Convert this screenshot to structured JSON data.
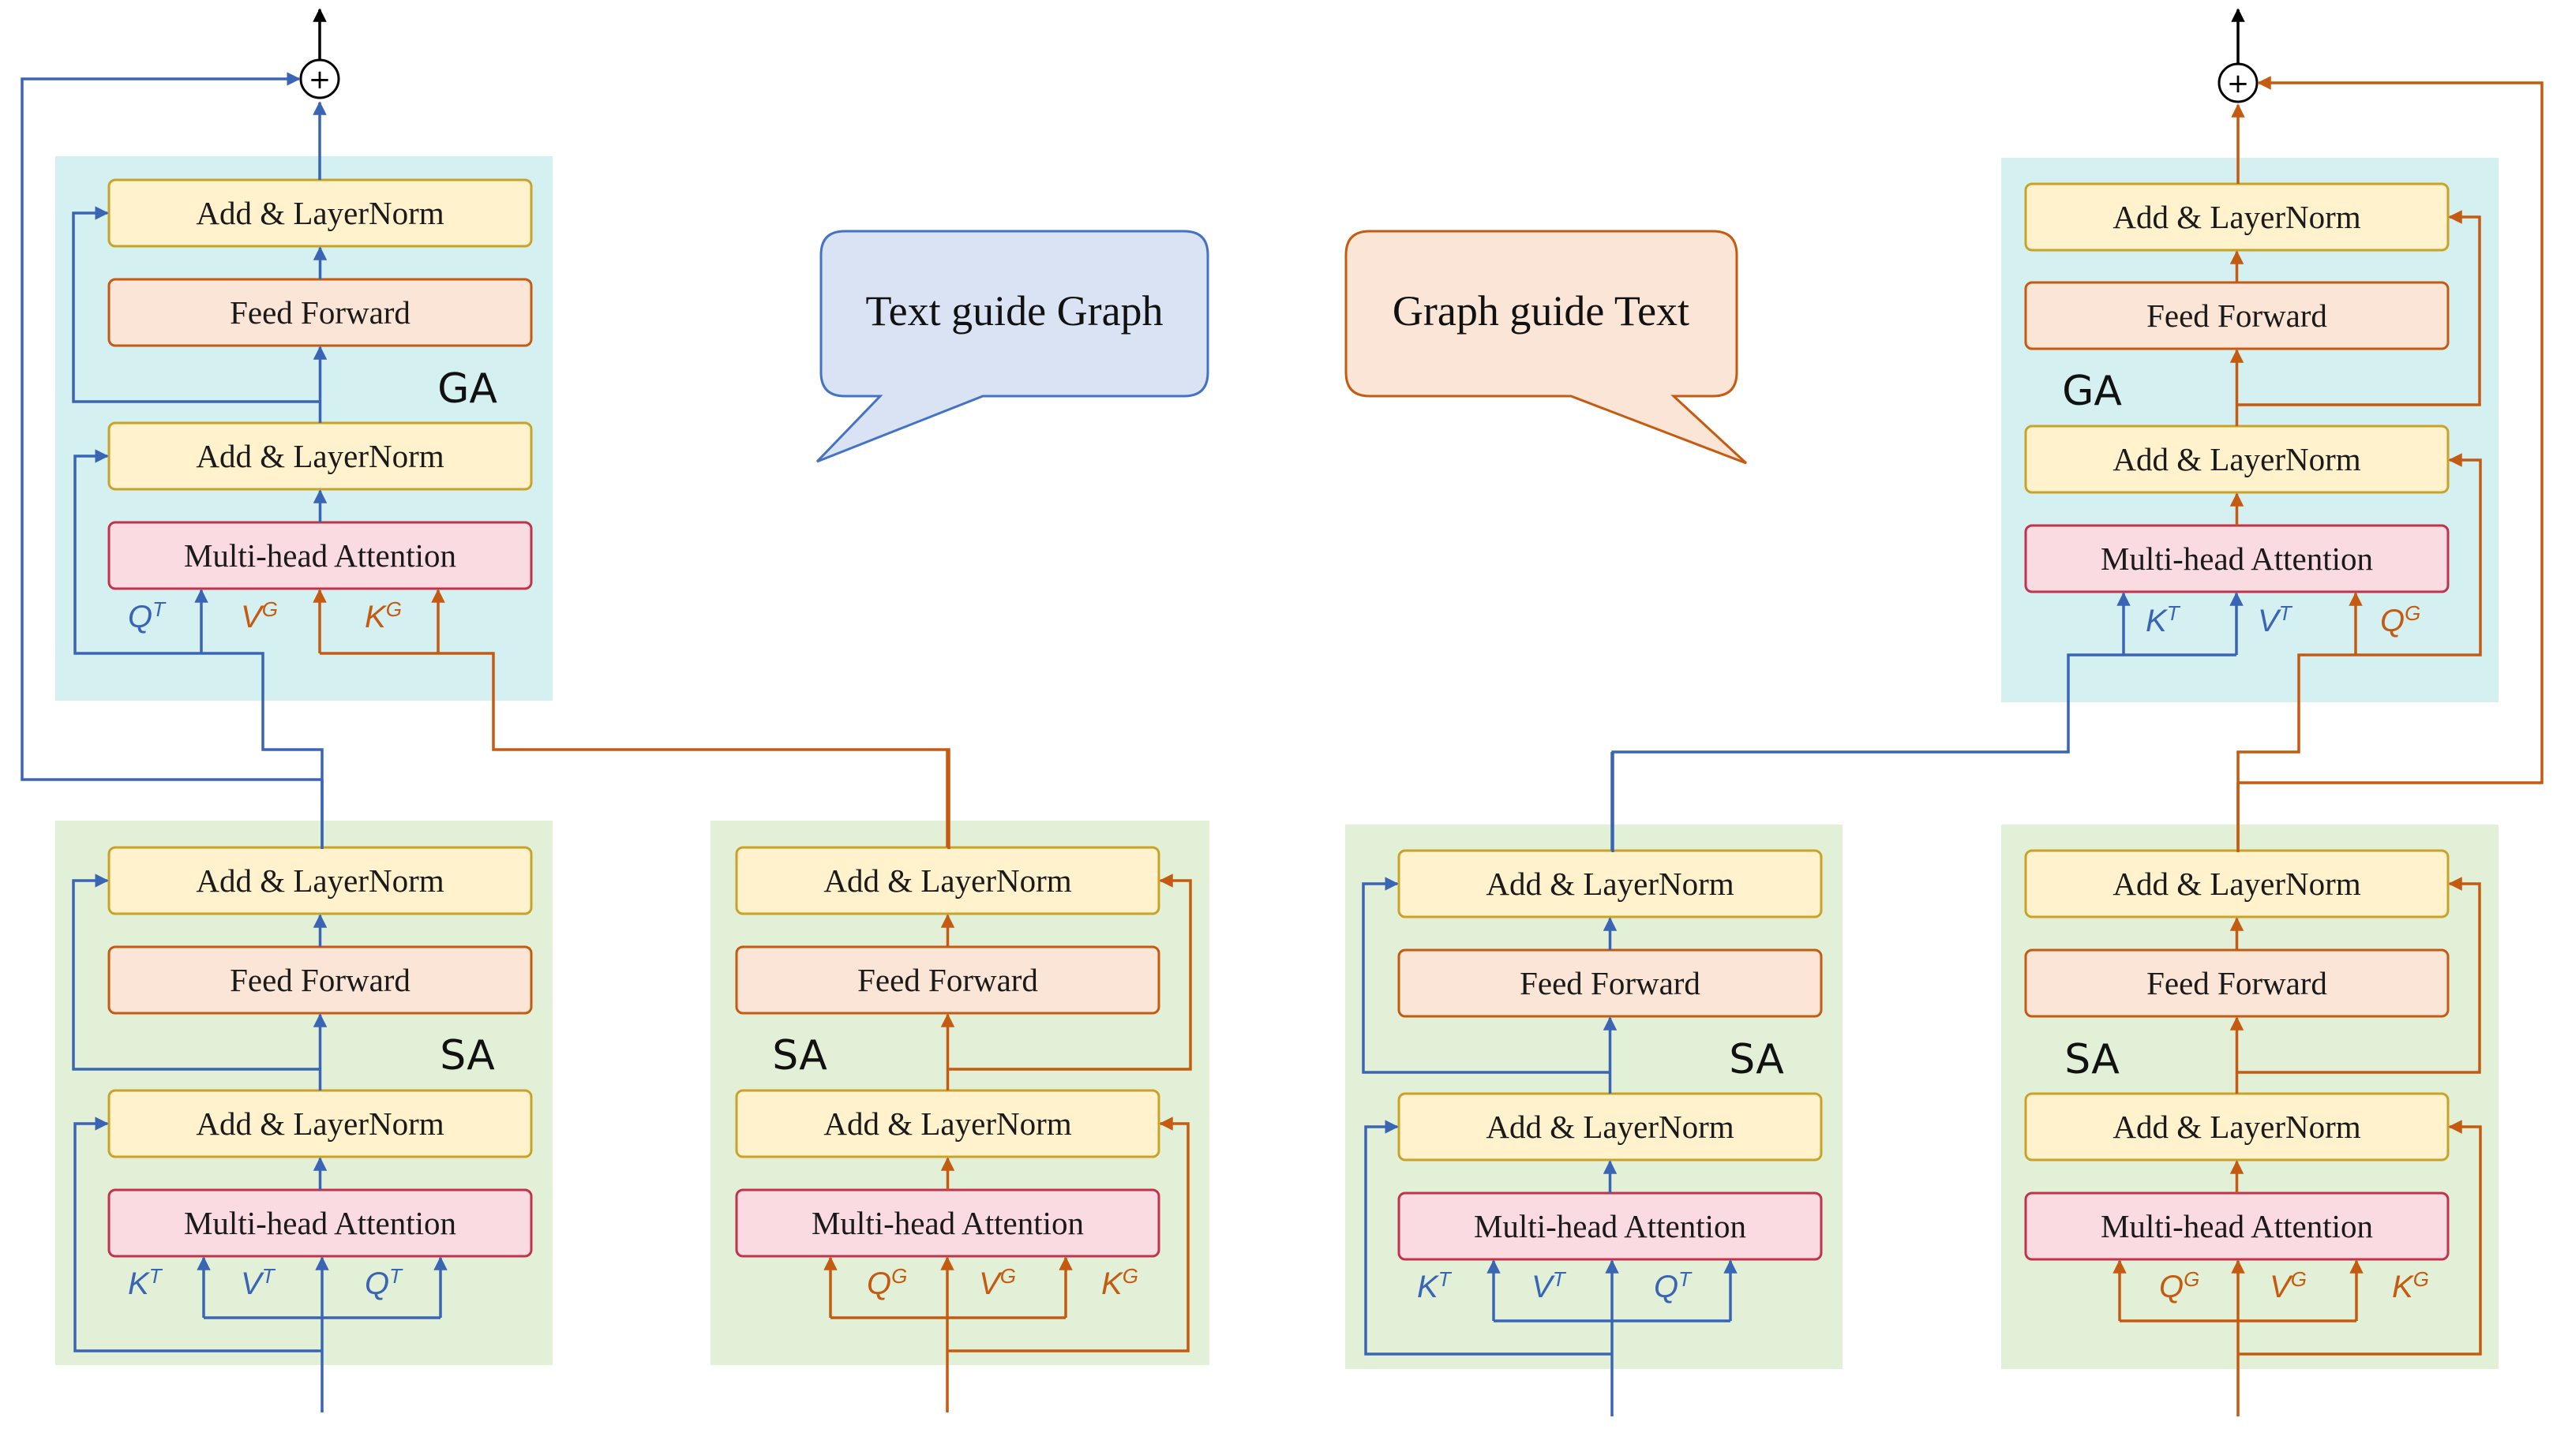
{
  "colors": {
    "ga_panel": "#d4f0f0",
    "sa_panel": "#e3f0d8",
    "addnorm_fill": "#fff2cc",
    "addnorm_stroke": "#c9a227",
    "ff_fill": "#fbe5d6",
    "ff_stroke": "#c55a11",
    "mha_fill": "#fadbe2",
    "mha_stroke": "#c0334a",
    "text_stream": "#3a64b4",
    "graph_stream": "#c55a11",
    "bubble_text_fill": "#dae3f3",
    "bubble_text_stroke": "#4472c4",
    "bubble_graph_fill": "#fbe5d6",
    "bubble_graph_stroke": "#c55a11"
  },
  "labels": {
    "add_norm": "Add & LayerNorm",
    "feed_forward": "Feed Forward",
    "mha": "Multi-head Attention",
    "ga": "GA",
    "sa": "SA",
    "plus": "+"
  },
  "bubbles": {
    "text_guide_graph": "Text guide Graph",
    "graph_guide_text": "Graph guide Text"
  },
  "inputs": {
    "ga_left": [
      {
        "base": "Q",
        "sup": "T",
        "stream": "text"
      },
      {
        "base": "V",
        "sup": "G",
        "stream": "graph"
      },
      {
        "base": "K",
        "sup": "G",
        "stream": "graph"
      }
    ],
    "ga_right": [
      {
        "base": "K",
        "sup": "T",
        "stream": "text"
      },
      {
        "base": "V",
        "sup": "T",
        "stream": "text"
      },
      {
        "base": "Q",
        "sup": "G",
        "stream": "graph"
      }
    ],
    "sa_text": [
      {
        "base": "K",
        "sup": "T",
        "stream": "text"
      },
      {
        "base": "V",
        "sup": "T",
        "stream": "text"
      },
      {
        "base": "Q",
        "sup": "T",
        "stream": "text"
      }
    ],
    "sa_graph": [
      {
        "base": "Q",
        "sup": "G",
        "stream": "graph"
      },
      {
        "base": "V",
        "sup": "G",
        "stream": "graph"
      },
      {
        "base": "K",
        "sup": "G",
        "stream": "graph"
      }
    ]
  }
}
